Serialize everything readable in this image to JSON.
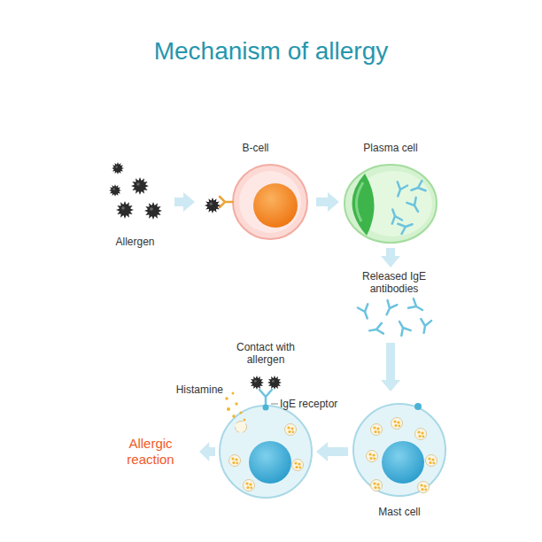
{
  "diagram": {
    "title": "Mechanism of allergy",
    "nodes": [
      {
        "text": [
          "Allergen"
        ]
      },
      {
        "text": [
          "B-cell"
        ]
      },
      {
        "text": [
          "Plasma cell"
        ]
      },
      {
        "text": [
          "Released IgE antibodies"
        ]
      },
      {
        "text": [
          "Mast cell"
        ]
      },
      {
        "text": [
          "Contact with allergen"
        ]
      },
      {
        "text": [
          "Allergic reaction"
        ]
      }
    ],
    "edges": [
      {
        "from": 0,
        "to": 1,
        "arrow": "to"
      },
      {
        "from": 1,
        "to": 2,
        "arrow": "to"
      },
      {
        "from": 2,
        "to": 3,
        "arrow": "to"
      },
      {
        "from": 3,
        "to": 4,
        "arrow": "to"
      },
      {
        "from": 4,
        "to": 5,
        "arrow": "to"
      },
      {
        "from": 5,
        "to": 6,
        "arrow": "to"
      }
    ],
    "labels": [
      "Histamine",
      "IgE receptor"
    ]
  }
}
